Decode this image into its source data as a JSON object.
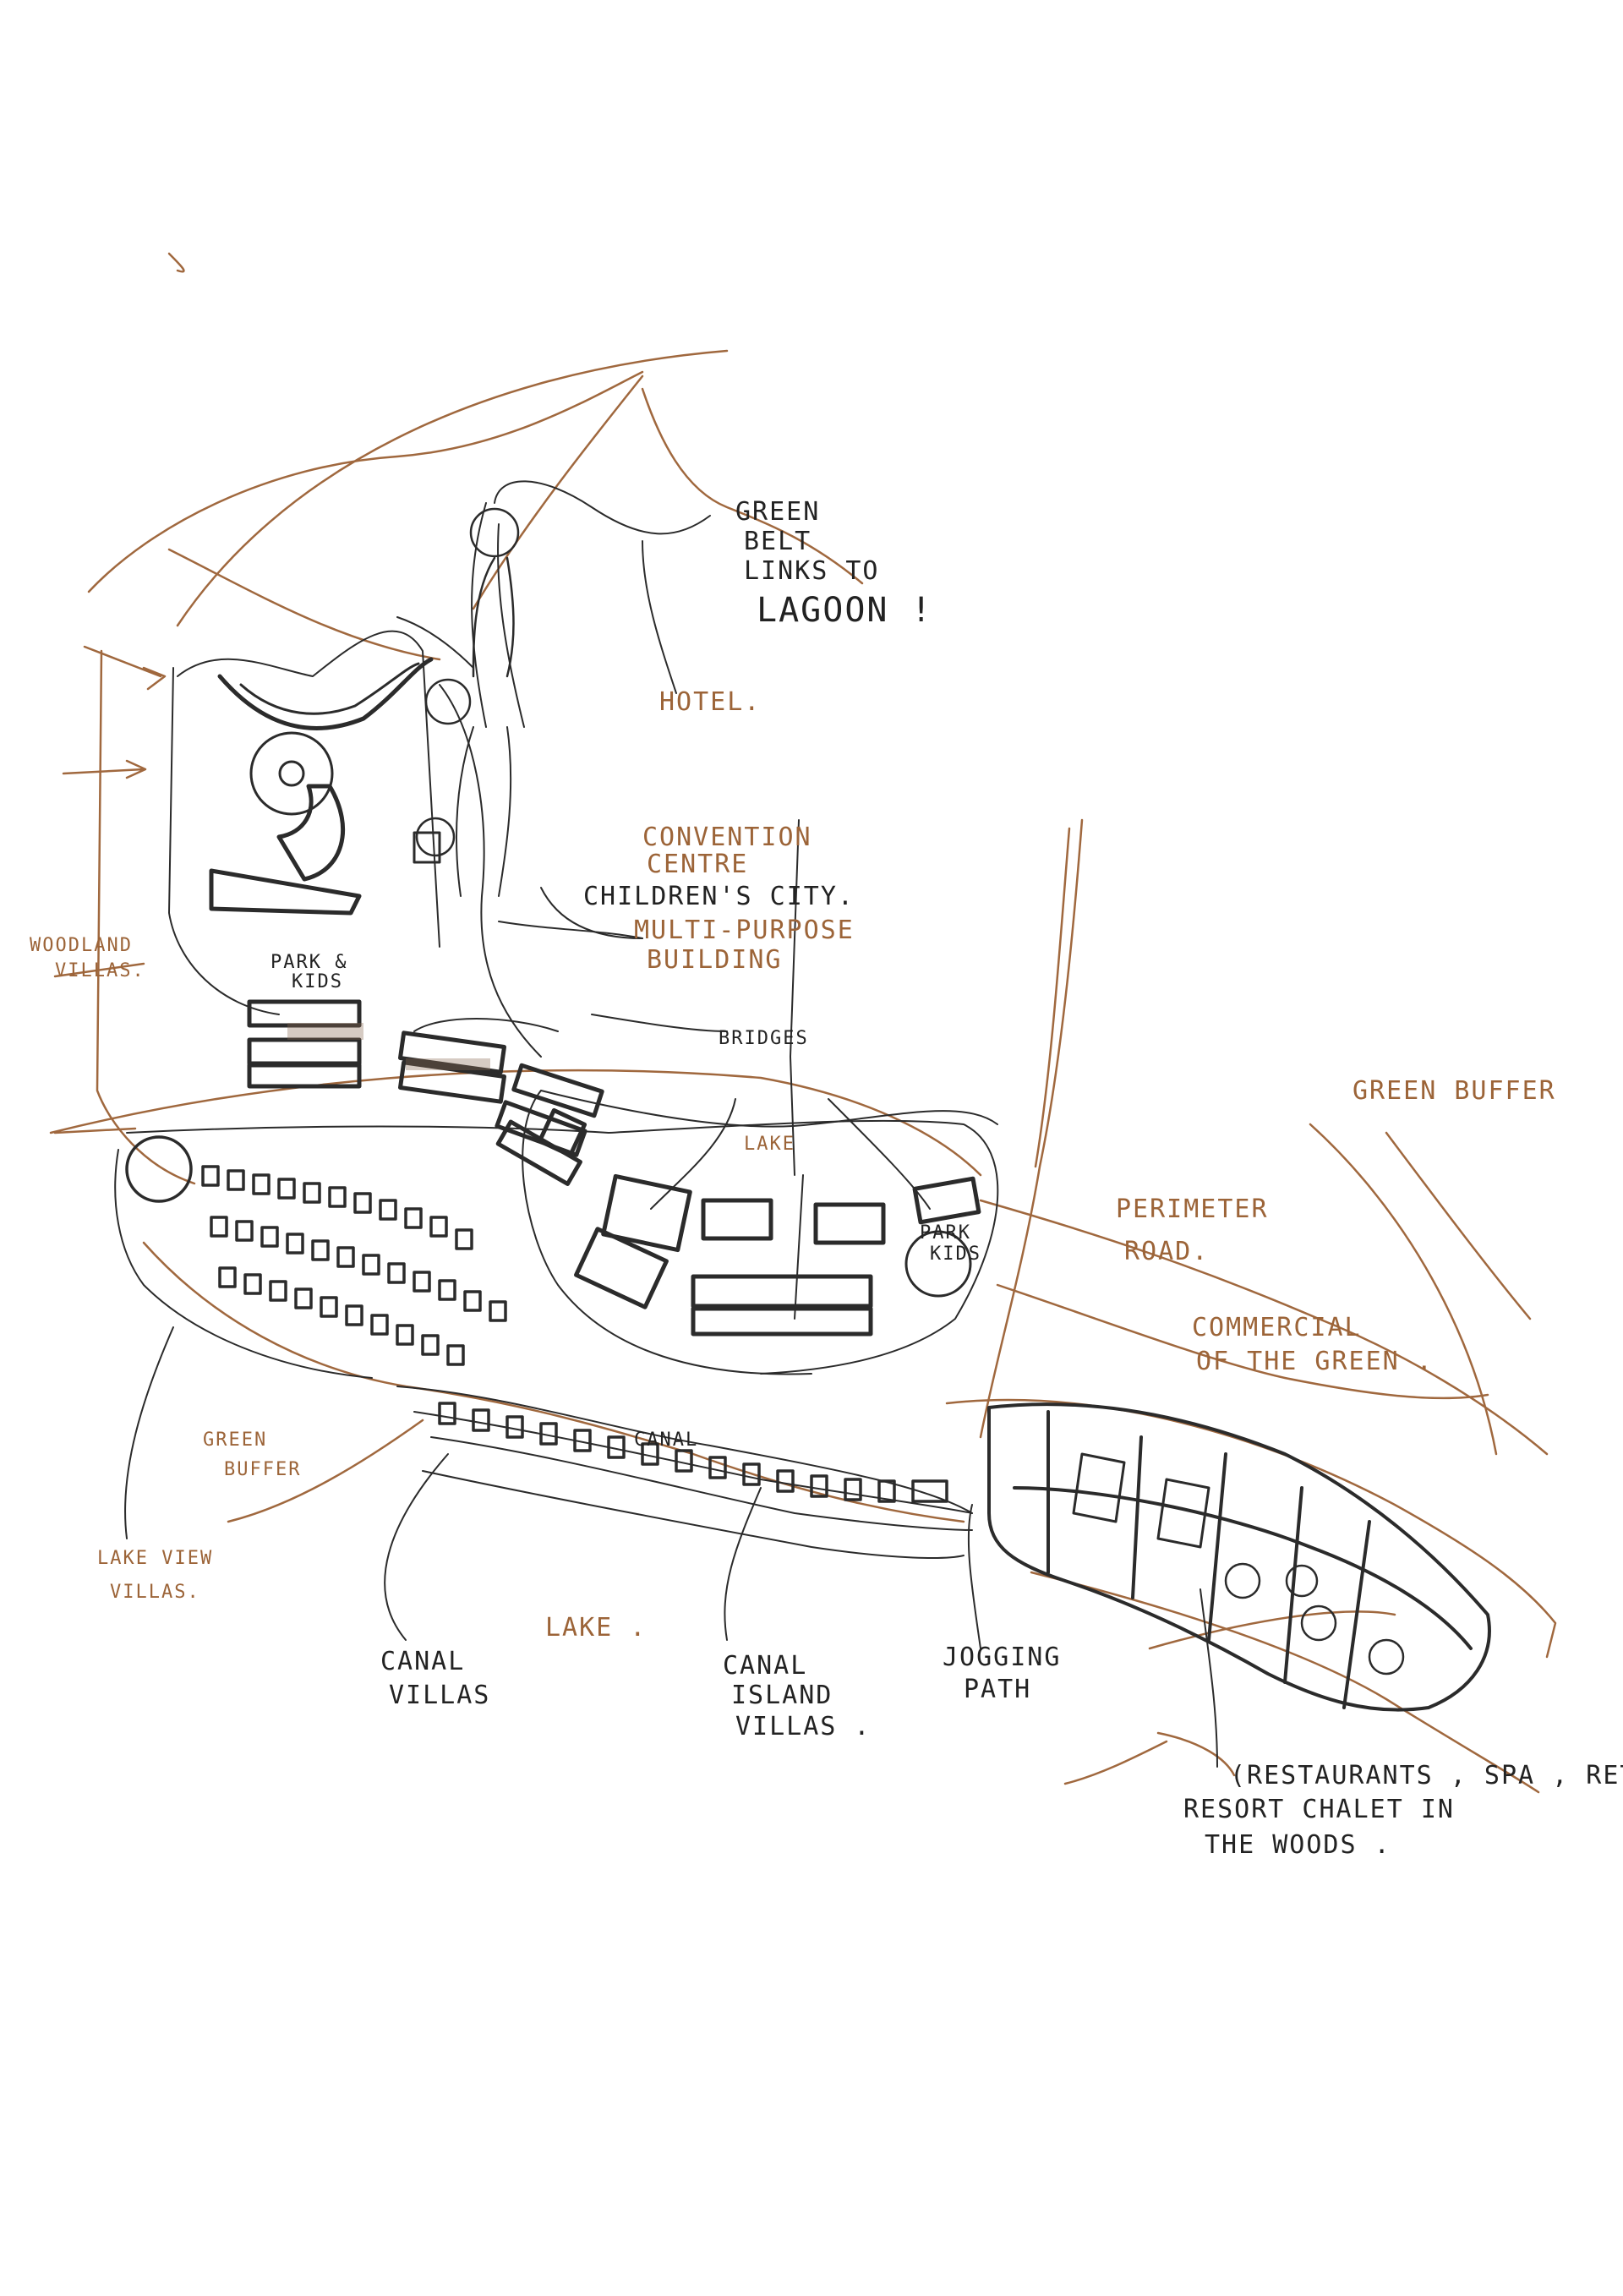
{
  "colors": {
    "brown_ink": "#a0683e",
    "dark_ink": "#2b2b2b",
    "paper": "#ffffff"
  },
  "labels": {
    "green_belt": [
      "GREEN",
      "BELT",
      "LINKS TO",
      "LAGOON !"
    ],
    "hotel": "HOTEL.",
    "convention_centre": [
      "CONVENTION",
      "CENTRE"
    ],
    "childrens_city": "CHILDREN'S CITY.",
    "multi_purpose": [
      "MULTI-PURPOSE",
      "BUILDING"
    ],
    "woodland_villas": [
      "WOODLAND",
      "VILLAS."
    ],
    "park_kids": [
      "PARK &",
      "KIDS"
    ],
    "bridges": "BRIDGES",
    "green_buffer_right": "GREEN BUFFER",
    "lake_inner": "LAKE",
    "perimeter_road": [
      "PERIMETER",
      "ROAD."
    ],
    "park_kids_2": [
      "PARK",
      "KIDS"
    ],
    "commercial": [
      "COMMERCIAL",
      "OF THE GREEN ."
    ],
    "canal": "CANAL",
    "green_buffer_left": [
      "GREEN",
      "BUFFER"
    ],
    "lake_view_villas": [
      "LAKE VIEW",
      "VILLAS."
    ],
    "lake_outer": "LAKE .",
    "canal_villas": [
      "CANAL",
      "VILLAS"
    ],
    "canal_island_villas": [
      "CANAL",
      "ISLAND",
      "VILLAS ."
    ],
    "jogging_path": [
      "JOGGING",
      "PATH"
    ],
    "resort": [
      "(RESTAURANTS , SPA , RETAIL)",
      "RESORT CHALET IN",
      "THE WOODS ."
    ]
  }
}
